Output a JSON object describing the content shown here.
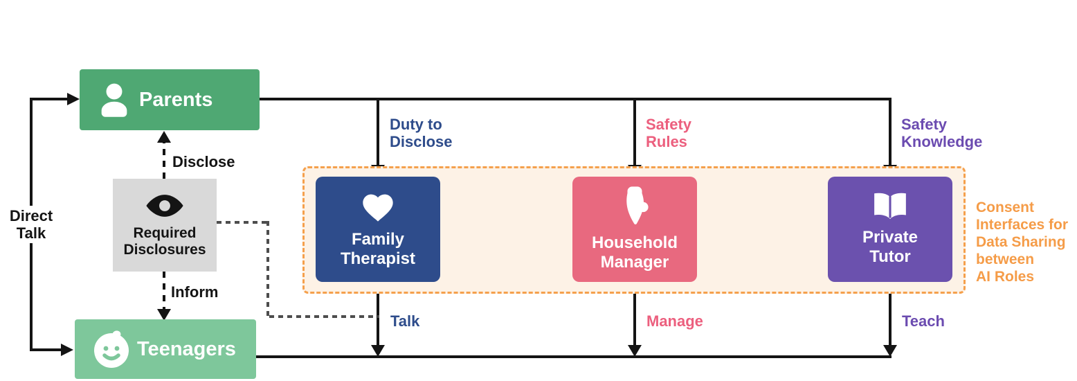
{
  "actors": {
    "parents": {
      "label": "Parents",
      "icon": "person-icon",
      "color": "#4FA873"
    },
    "teenagers": {
      "label": "Teenagers",
      "icon": "baby-face-icon",
      "color": "#7EC79B"
    }
  },
  "direct_talk": {
    "label": "Direct\nTalk"
  },
  "required_disclosures": {
    "label": "Required\nDisclosures",
    "icon": "eye-icon",
    "color": "#D9D9D9",
    "disclose_label": "Disclose",
    "inform_label": "Inform"
  },
  "roles": [
    {
      "name": "Family\nTherapist",
      "icon": "heart-icon",
      "color": "#2E4C8B",
      "parent_edge_label": "Duty to\nDisclose",
      "teen_edge_label": "Talk"
    },
    {
      "name": "Household\nManager",
      "icon": "oven-mitt-icon",
      "color": "#E8697F",
      "parent_edge_label": "Safety\nRules",
      "teen_edge_label": "Manage"
    },
    {
      "name": "Private\nTutor",
      "icon": "open-book-icon",
      "color": "#6B51AE",
      "parent_edge_label": "Safety\nKnowledge",
      "teen_edge_label": "Teach"
    }
  ],
  "consent_note": {
    "label": "Consent\nInterfaces for\nData Sharing\nbetween\nAI Roles",
    "color": "#F59C48"
  }
}
